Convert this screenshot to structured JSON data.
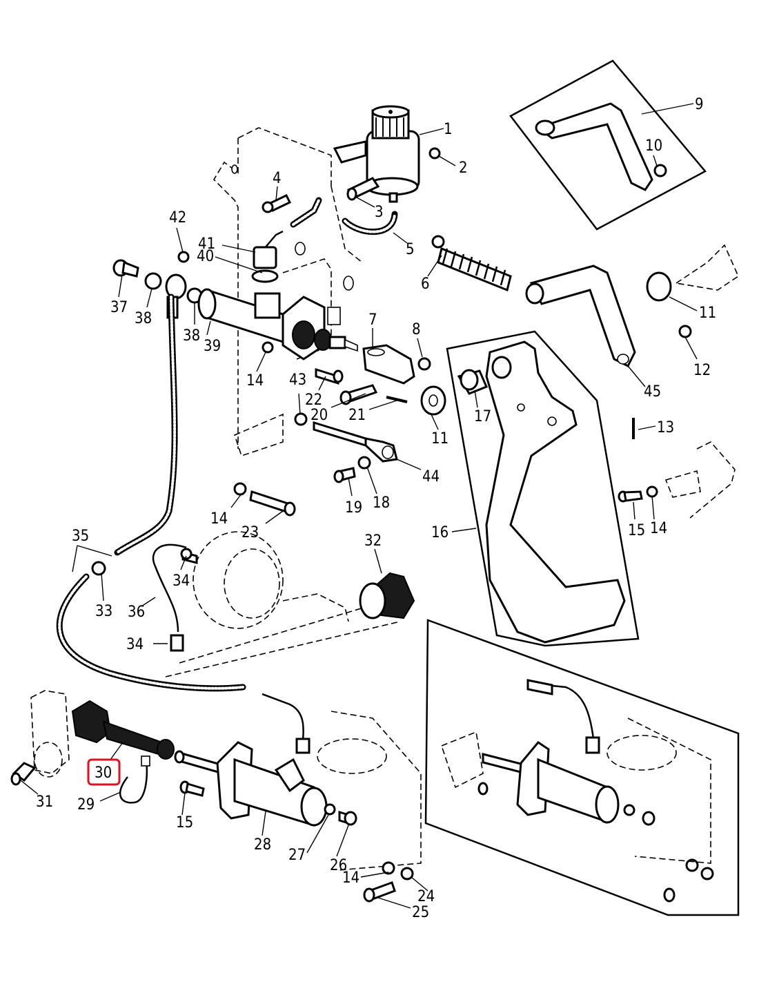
{
  "diagram": {
    "title": "Clutch hydraulic system exploded parts view",
    "highlight_color": "#e0101e",
    "highlighted_callout": "30",
    "callouts": [
      {
        "id": "c1",
        "label": "1"
      },
      {
        "id": "c2",
        "label": "2"
      },
      {
        "id": "c3",
        "label": "3"
      },
      {
        "id": "c4",
        "label": "4"
      },
      {
        "id": "c5",
        "label": "5"
      },
      {
        "id": "c6",
        "label": "6"
      },
      {
        "id": "c7",
        "label": "7"
      },
      {
        "id": "c8",
        "label": "8"
      },
      {
        "id": "c9",
        "label": "9"
      },
      {
        "id": "c10",
        "label": "10"
      },
      {
        "id": "c11a",
        "label": "11"
      },
      {
        "id": "c11b",
        "label": "11"
      },
      {
        "id": "c12",
        "label": "12"
      },
      {
        "id": "c13",
        "label": "13"
      },
      {
        "id": "c14a",
        "label": "14"
      },
      {
        "id": "c14b",
        "label": "14"
      },
      {
        "id": "c14c",
        "label": "14"
      },
      {
        "id": "c14d",
        "label": "14"
      },
      {
        "id": "c15a",
        "label": "15"
      },
      {
        "id": "c15b",
        "label": "15"
      },
      {
        "id": "c16",
        "label": "16"
      },
      {
        "id": "c17",
        "label": "17"
      },
      {
        "id": "c18",
        "label": "18"
      },
      {
        "id": "c19",
        "label": "19"
      },
      {
        "id": "c20",
        "label": "20"
      },
      {
        "id": "c21",
        "label": "21"
      },
      {
        "id": "c22",
        "label": "22"
      },
      {
        "id": "c23",
        "label": "23"
      },
      {
        "id": "c24",
        "label": "24"
      },
      {
        "id": "c25",
        "label": "25"
      },
      {
        "id": "c26",
        "label": "26"
      },
      {
        "id": "c27",
        "label": "27"
      },
      {
        "id": "c28",
        "label": "28"
      },
      {
        "id": "c29",
        "label": "29"
      },
      {
        "id": "c30",
        "label": "30"
      },
      {
        "id": "c31",
        "label": "31"
      },
      {
        "id": "c32",
        "label": "32"
      },
      {
        "id": "c33",
        "label": "33"
      },
      {
        "id": "c34a",
        "label": "34"
      },
      {
        "id": "c34b",
        "label": "34"
      },
      {
        "id": "c35",
        "label": "35"
      },
      {
        "id": "c36",
        "label": "36"
      },
      {
        "id": "c37",
        "label": "37"
      },
      {
        "id": "c38a",
        "label": "38"
      },
      {
        "id": "c38b",
        "label": "38"
      },
      {
        "id": "c39",
        "label": "39"
      },
      {
        "id": "c40",
        "label": "40"
      },
      {
        "id": "c41",
        "label": "41"
      },
      {
        "id": "c42",
        "label": "42"
      },
      {
        "id": "c43",
        "label": "43"
      },
      {
        "id": "c44",
        "label": "44"
      },
      {
        "id": "c45",
        "label": "45"
      }
    ]
  }
}
